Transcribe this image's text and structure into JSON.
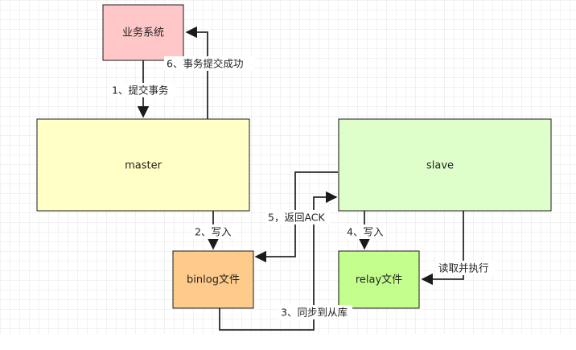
{
  "nodes": {
    "business": {
      "label": "业务系统",
      "fill": "#ffc7c7"
    },
    "master": {
      "label": "master",
      "fill": "#ffffc6"
    },
    "slave": {
      "label": "slave",
      "fill": "#dfffca"
    },
    "binlog": {
      "label": "binlog文件",
      "fill": "#ffcb8b"
    },
    "relay": {
      "label": "relay文件",
      "fill": "#c4ff8e"
    }
  },
  "edges": {
    "commit": {
      "label": "1、提交事务"
    },
    "write_binlog": {
      "label": "2、写入"
    },
    "sync": {
      "label": "3、同步到从库"
    },
    "write_relay": {
      "label": "4、写入"
    },
    "ack": {
      "label": "5，返回ACK"
    },
    "commit_ok": {
      "label": "6、事务提交成功"
    },
    "read_exec": {
      "label": "读取并执行"
    }
  },
  "colors": {
    "grid": "#e6e6e6",
    "stroke": "#1a1a1a",
    "line": "#2a2a2a"
  }
}
